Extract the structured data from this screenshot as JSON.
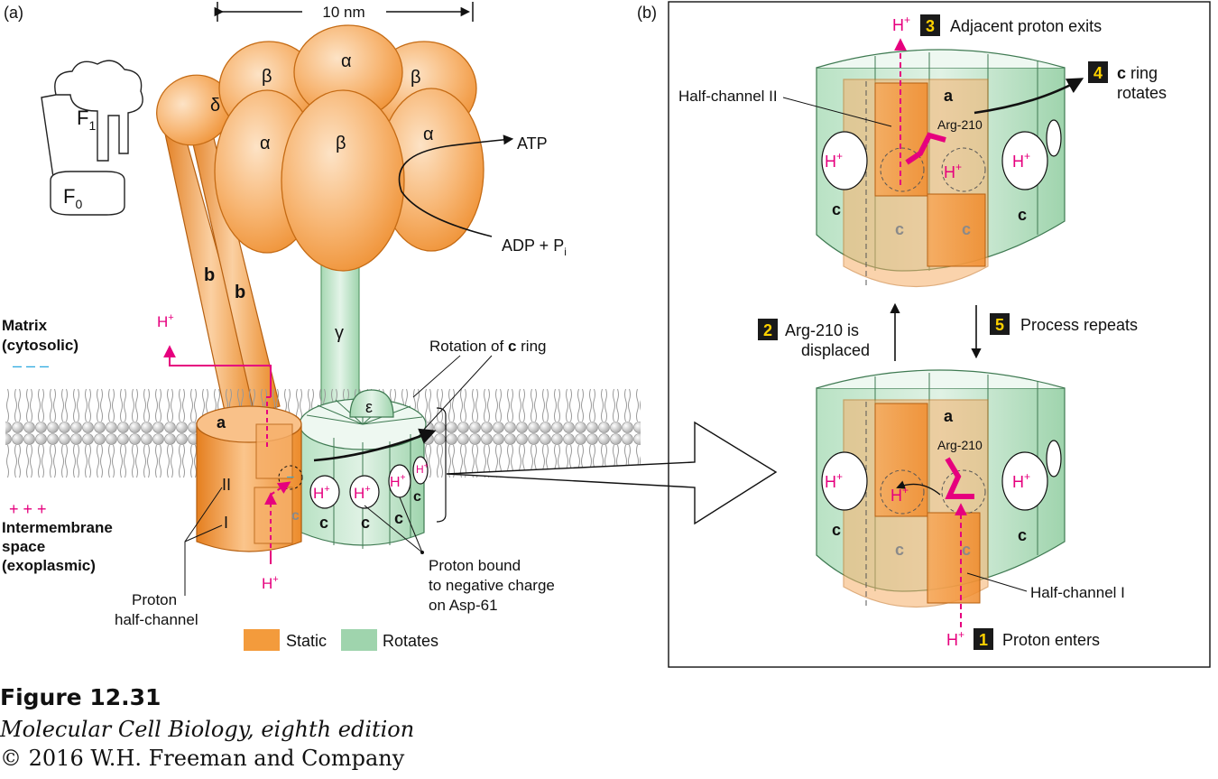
{
  "panel_labels": {
    "a": "(a)",
    "b": "(b)"
  },
  "scale": {
    "label": "10 nm"
  },
  "schematic": {
    "f1": "F",
    "f1_sub": "1",
    "f0": "F",
    "f0_sub": "0"
  },
  "f1_subunits": {
    "delta": "δ",
    "beta": "β",
    "alpha": "α"
  },
  "stalk": {
    "b": "b",
    "gamma": "γ",
    "epsilon": "ε"
  },
  "reaction": {
    "atp": "ATP",
    "adp": "ADP + P",
    "adp_sub": "i"
  },
  "proton": {
    "h": "H",
    "plus": "+",
    "minus": "–"
  },
  "membrane": {
    "matrix_1": "Matrix",
    "matrix_2": "(cytosolic)",
    "ims_1": "Intermembrane",
    "ims_2": "space",
    "ims_3": "(exoplasmic)",
    "negative_charge": "– – –",
    "positive_charge": "+ + +"
  },
  "subunits": {
    "a": "a",
    "c": "c",
    "channel_I": "I",
    "channel_II": "II"
  },
  "labels": {
    "rotation_prefix": "Rotation of ",
    "rotation_bold": "c",
    "rotation_suffix": " ring",
    "proton_half_1": "Proton",
    "proton_half_2": "half-channel",
    "bound_1": "Proton bound",
    "bound_2": "to negative charge",
    "bound_3": "on Asp-61"
  },
  "legend": [
    {
      "label": "Static",
      "color": "#f39b3c"
    },
    {
      "label": "Rotates",
      "color": "#9fd4ad"
    }
  ],
  "panel_b": {
    "half_channel_II": "Half-channel II",
    "half_channel_I": "Half-channel I",
    "arg": "Arg-210",
    "steps": [
      {
        "num": "1",
        "text": "Proton enters"
      },
      {
        "num": "2",
        "text": "Arg-210 is",
        "text2": "displaced"
      },
      {
        "num": "3",
        "text": "Adjacent proton exits"
      },
      {
        "num": "4",
        "text": "c",
        "text2": "ring",
        "text3": "rotates"
      },
      {
        "num": "5",
        "text": "Process repeats"
      }
    ]
  },
  "caption": {
    "title": "Figure 12.31",
    "book": "Molecular Cell Biology,",
    "edition": " eighth edition",
    "copyright": "© 2016 W.H. Freeman and Company"
  },
  "colors": {
    "static": "#f39b3c",
    "rotates": "#9fd4ad",
    "proton": "#e6007e",
    "charge": "#29a8e0",
    "step_badge": "#1a1a1a",
    "step_number": "#ffd200"
  }
}
